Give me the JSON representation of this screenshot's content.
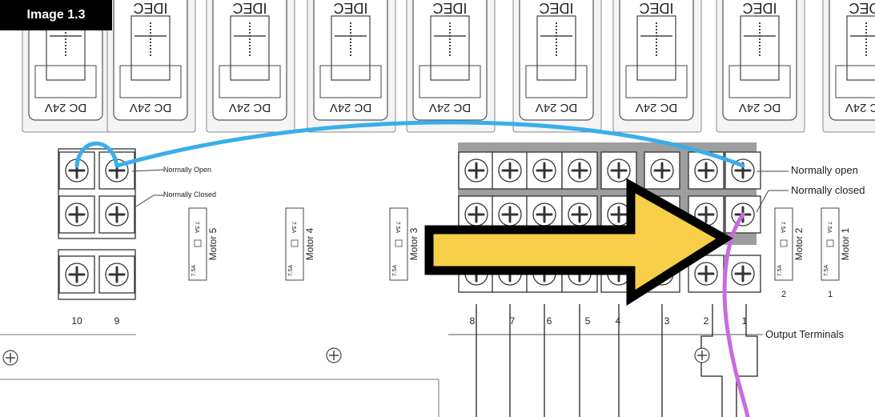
{
  "figure_label": "Image 1.3",
  "relay_rating": "DC 24V",
  "relay_brand": "IDEC",
  "labels": {
    "normally_open_left": "Normally Open",
    "normally_closed_left": "Normally Closed",
    "normally_open_right": "Normally open",
    "normally_closed_right": "Normally closed",
    "output_terminals": "Output Terminals"
  },
  "motors": [
    {
      "label": "Motor 5",
      "fuse": "7.5A"
    },
    {
      "label": "Motor 4",
      "fuse": "7.5A"
    },
    {
      "label": "Motor 3",
      "fuse": "7.5A"
    },
    {
      "label": "Motor 2",
      "fuse": "7.5A",
      "number": "2"
    },
    {
      "label": "Motor 1",
      "fuse": "7.5A",
      "number": "1"
    }
  ],
  "left_terminal_numbers": [
    "10",
    "9"
  ],
  "right_terminal_numbers": [
    "8",
    "7",
    "6",
    "5",
    "4",
    "3",
    "2",
    "1"
  ],
  "colors": {
    "blue_wire": "#3aaeea",
    "purple_wire": "#c86be0",
    "arrow_fill": "#f7cf48",
    "highlight_band": "#9e9e9e"
  }
}
